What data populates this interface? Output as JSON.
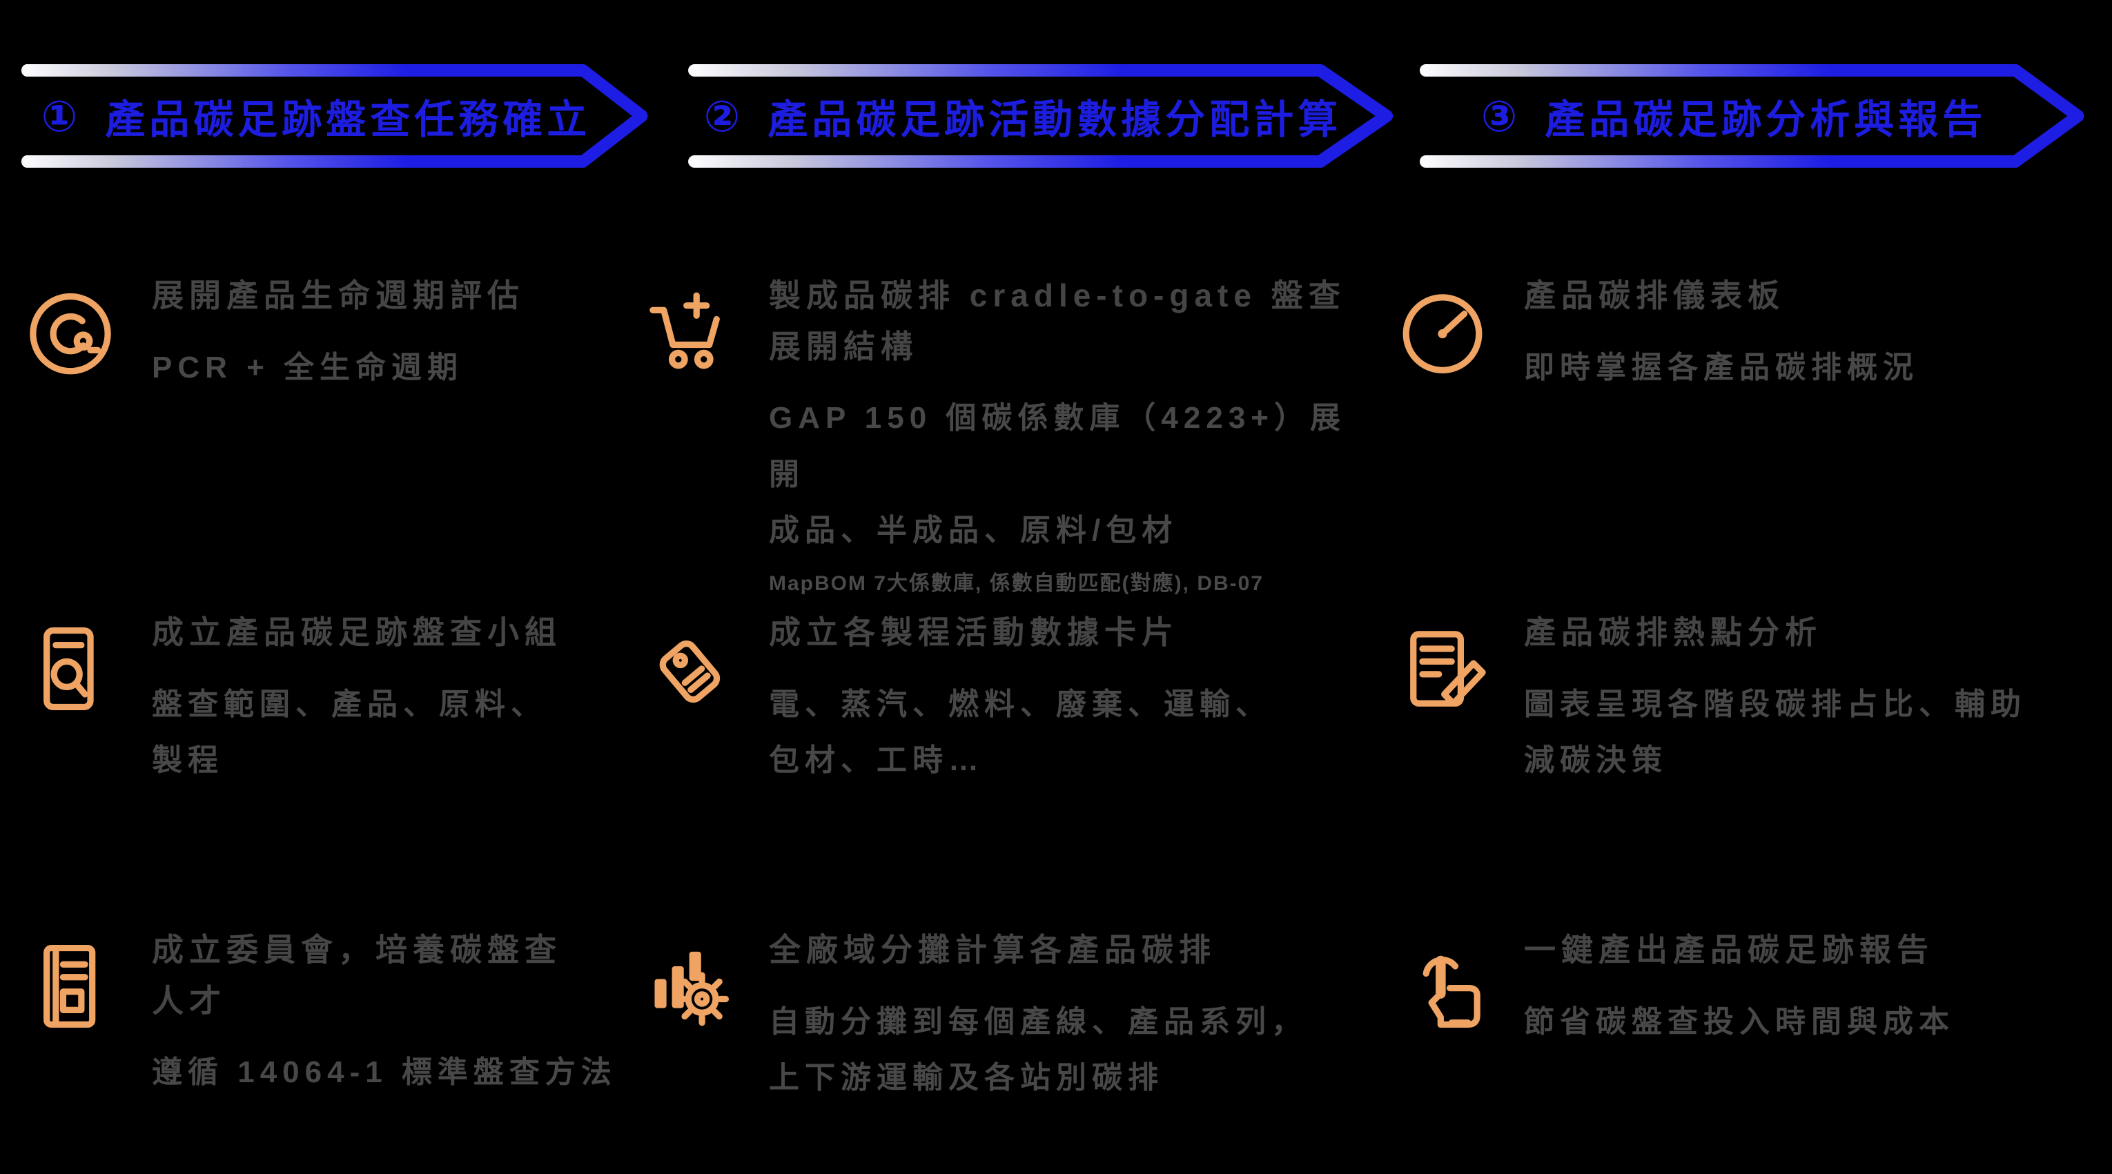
{
  "colors": {
    "accent_blue": "#1d1de0",
    "banner_gradient_start": "#fbfbfd",
    "banner_gradient_mid": "#9a9ad8",
    "icon_orange": "#f0a464",
    "text_gray": "#484848",
    "background": "#000000"
  },
  "banners": [
    {
      "number": "①",
      "title": "產品碳足跡盤查任務確立"
    },
    {
      "number": "②",
      "title": "產品碳足跡活動數據分配計算"
    },
    {
      "number": "③",
      "title": "產品碳足跡分析與報告"
    }
  ],
  "columns": [
    {
      "items": [
        {
          "icon": "co2-badge-icon",
          "title": "展開產品生命週期評估",
          "body": "PCR + 全生命週期"
        },
        {
          "icon": "document-search-icon",
          "title": "成立產品碳足跡盤查小組",
          "body": "盤查範圍、產品、原料、\n製程"
        },
        {
          "icon": "ledger-icon",
          "title": "成立委員會，培養碳盤查\n人才",
          "body": "遵循 14064-1 標準盤查方法"
        }
      ]
    },
    {
      "items": [
        {
          "icon": "cart-plus-icon",
          "title": "製成品碳排 cradle-to-gate 盤查\n展開結構",
          "body": "GAP 150 個碳係數庫（4223+）展開\n成品、半成品、原料/包材",
          "footnote": "MapBOM 7大係數庫, 係數自動匹配(對應), DB-07"
        },
        {
          "icon": "tag-icon",
          "title": "成立各製程活動數據卡片",
          "body": "電、蒸汽、燃料、廢棄、運輸、\n包材、工時…"
        },
        {
          "icon": "chart-gear-icon",
          "title": "全廠域分攤計算各產品碳排",
          "body": "自動分攤到每個產線、產品系列，\n上下游運輸及各站別碳排"
        }
      ]
    },
    {
      "items": [
        {
          "icon": "gauge-icon",
          "title": "產品碳排儀表板",
          "body": "即時掌握各產品碳排概況"
        },
        {
          "icon": "report-pencil-icon",
          "title": "產品碳排熱點分析",
          "body": "圖表呈現各階段碳排占比、輔助\n減碳決策"
        },
        {
          "icon": "one-click-tap-icon",
          "title": "一鍵產出產品碳足跡報告",
          "body": "節省碳盤查投入時間與成本"
        }
      ]
    }
  ]
}
